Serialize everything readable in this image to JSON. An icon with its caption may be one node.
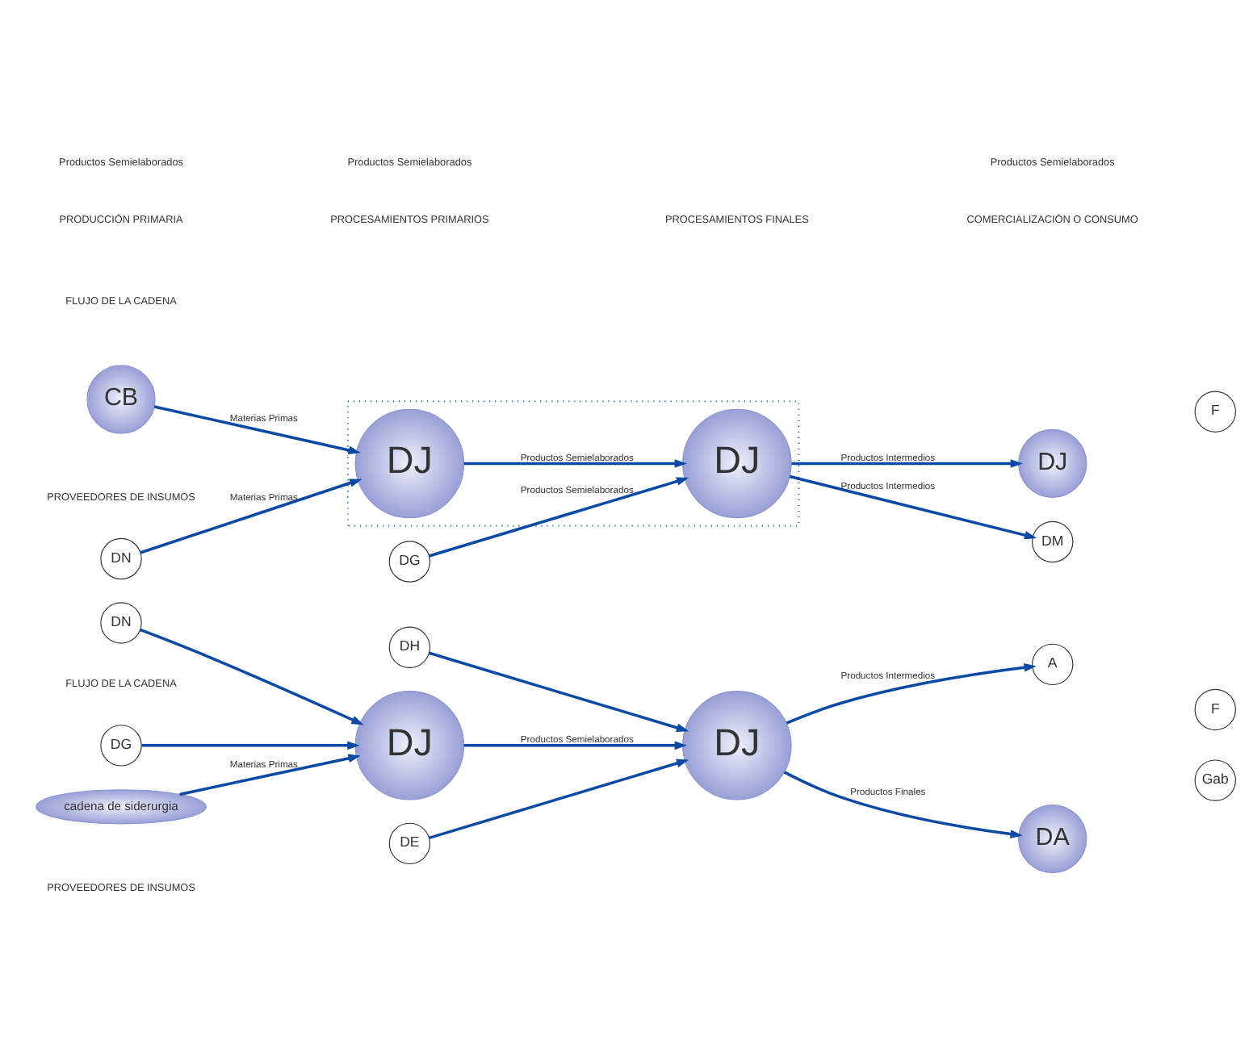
{
  "diagram": {
    "nodes": [
      {
        "text": [],
        "shape": "box"
      },
      {
        "text": [
          "CB"
        ]
      },
      {
        "text": [
          "DJ"
        ],
        "in": 0
      },
      {
        "text": [
          "DJ"
        ],
        "in": 0
      },
      {
        "text": [
          "DJ"
        ]
      },
      {
        "text": [
          "DM"
        ]
      },
      {
        "text": [
          "F"
        ]
      },
      {
        "text": [
          "DN"
        ]
      },
      {
        "text": [
          "DG"
        ]
      },
      {
        "text": [
          "cadena de siderurgia"
        ]
      },
      {
        "text": [
          "DJ"
        ]
      },
      {
        "text": [
          "DJ"
        ]
      },
      {
        "text": [
          "DA"
        ]
      },
      {
        "text": [
          "Gab"
        ]
      },
      {
        "text": [
          "A"
        ]
      },
      {
        "text": [
          "F"
        ]
      },
      {
        "text": [
          "DN"
        ]
      },
      {
        "text": [
          "DG"
        ]
      },
      {
        "text": [
          "DH"
        ]
      },
      {
        "text": [
          "DE"
        ]
      }
    ],
    "edges": [
      {
        "from": 1,
        "to": 2,
        "arrow": "to",
        "label": "Materias Primas"
      },
      {
        "from": 2,
        "to": 3,
        "arrow": "to",
        "label": "Productos Semielaborados"
      },
      {
        "from": 3,
        "to": 4,
        "arrow": "to",
        "label": "Productos Intermedios"
      },
      {
        "from": 3,
        "to": 5,
        "arrow": "to",
        "label": "Productos Intermedios"
      },
      {
        "from": 7,
        "to": 2,
        "arrow": "to",
        "label": "Materias Primas"
      },
      {
        "from": 8,
        "to": 3,
        "arrow": "to",
        "label": "Productos Semielaborados"
      },
      {
        "from": 9,
        "to": 10,
        "arrow": "to",
        "label": "Materias Primas"
      },
      {
        "from": 10,
        "to": 11,
        "arrow": "to",
        "label": "Productos Semielaborados"
      },
      {
        "from": 11,
        "to": 12,
        "arrow": "to",
        "label": "Productos Finales"
      },
      {
        "from": 11,
        "to": 14,
        "arrow": "to",
        "label": "Productos Intermedios"
      },
      {
        "from": 16,
        "to": 10,
        "arrow": "to"
      },
      {
        "from": 17,
        "to": 10,
        "arrow": "to"
      },
      {
        "from": 18,
        "to": 11,
        "arrow": "to"
      },
      {
        "from": 19,
        "to": 11,
        "arrow": "to"
      }
    ],
    "labels": [
      "PRODUCCIÓN PRIMARIA",
      "PROCESAMIENTOS PRIMARIOS",
      "PROCESAMIENTOS FINALES",
      "COMERCIALIZACIÓN O CONSUMO",
      "FLUJO DE LA CADENA",
      "PROVEEDORES DE INSUMOS",
      "Productos Semielaborados",
      "FLUJO DE LA CADENA",
      "Productos Semielaborados",
      "Productos Semielaborados",
      "PROVEEDORES DE INSUMOS"
    ]
  }
}
